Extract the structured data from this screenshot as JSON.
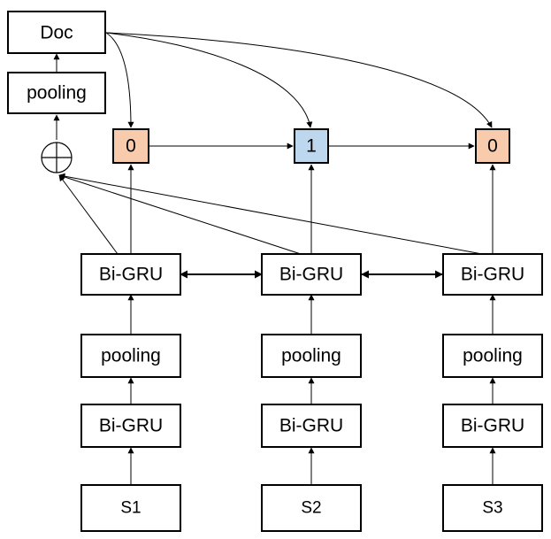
{
  "doc": {
    "label": "Doc"
  },
  "doc_pooling": {
    "label": "pooling"
  },
  "sum_op": {
    "symbol": "⊕"
  },
  "labels": [
    {
      "value": "0",
      "color": "#f8cbad"
    },
    {
      "value": "1",
      "color": "#bdd7ee"
    },
    {
      "value": "0",
      "color": "#f8cbad"
    }
  ],
  "columns": [
    {
      "upper_gru": "Bi-GRU",
      "pooling": "pooling",
      "lower_gru": "Bi-GRU",
      "sentence": "S1"
    },
    {
      "upper_gru": "Bi-GRU",
      "pooling": "pooling",
      "lower_gru": "Bi-GRU",
      "sentence": "S2"
    },
    {
      "upper_gru": "Bi-GRU",
      "pooling": "pooling",
      "lower_gru": "Bi-GRU",
      "sentence": "S3"
    }
  ]
}
